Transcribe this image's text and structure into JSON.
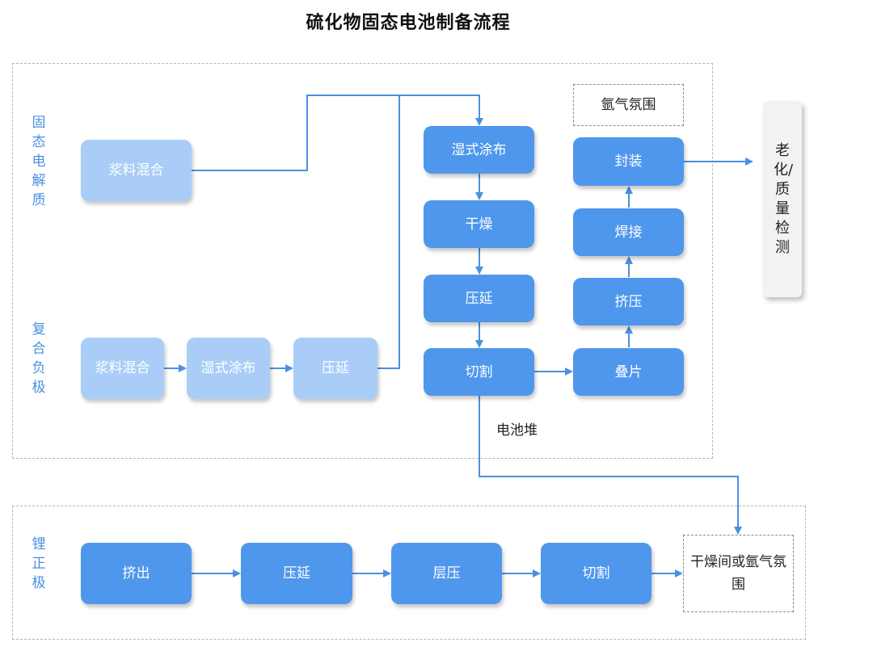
{
  "title": "硫化物固态电池制备流程",
  "sections": {
    "solid_electrolyte": "固态电解质",
    "composite_anode": "复合负极",
    "lithium_cathode": "锂正极"
  },
  "electrolyte": {
    "mix": "浆料混合"
  },
  "anode": {
    "mix": "浆料混合",
    "coat": "湿式涂布",
    "press": "压延"
  },
  "stack": {
    "coat": "湿式涂布",
    "dry": "干燥",
    "press": "压延",
    "cut": "切割",
    "label": "电池堆"
  },
  "assembly": {
    "atmosphere": "氩气氛围",
    "package": "封装",
    "weld": "焊接",
    "squeeze": "挤压",
    "laminate": "叠片"
  },
  "final": "老化/质量检测",
  "cathode": {
    "extrude": "挤出",
    "press": "压延",
    "layer": "层压",
    "cut": "切割",
    "room": "干燥间或氩气氛围"
  },
  "colors": {
    "arrow": "#4a90e2",
    "light_box": "#a9cdf7",
    "box": "#4f97ec",
    "label": "#4a90e2"
  }
}
